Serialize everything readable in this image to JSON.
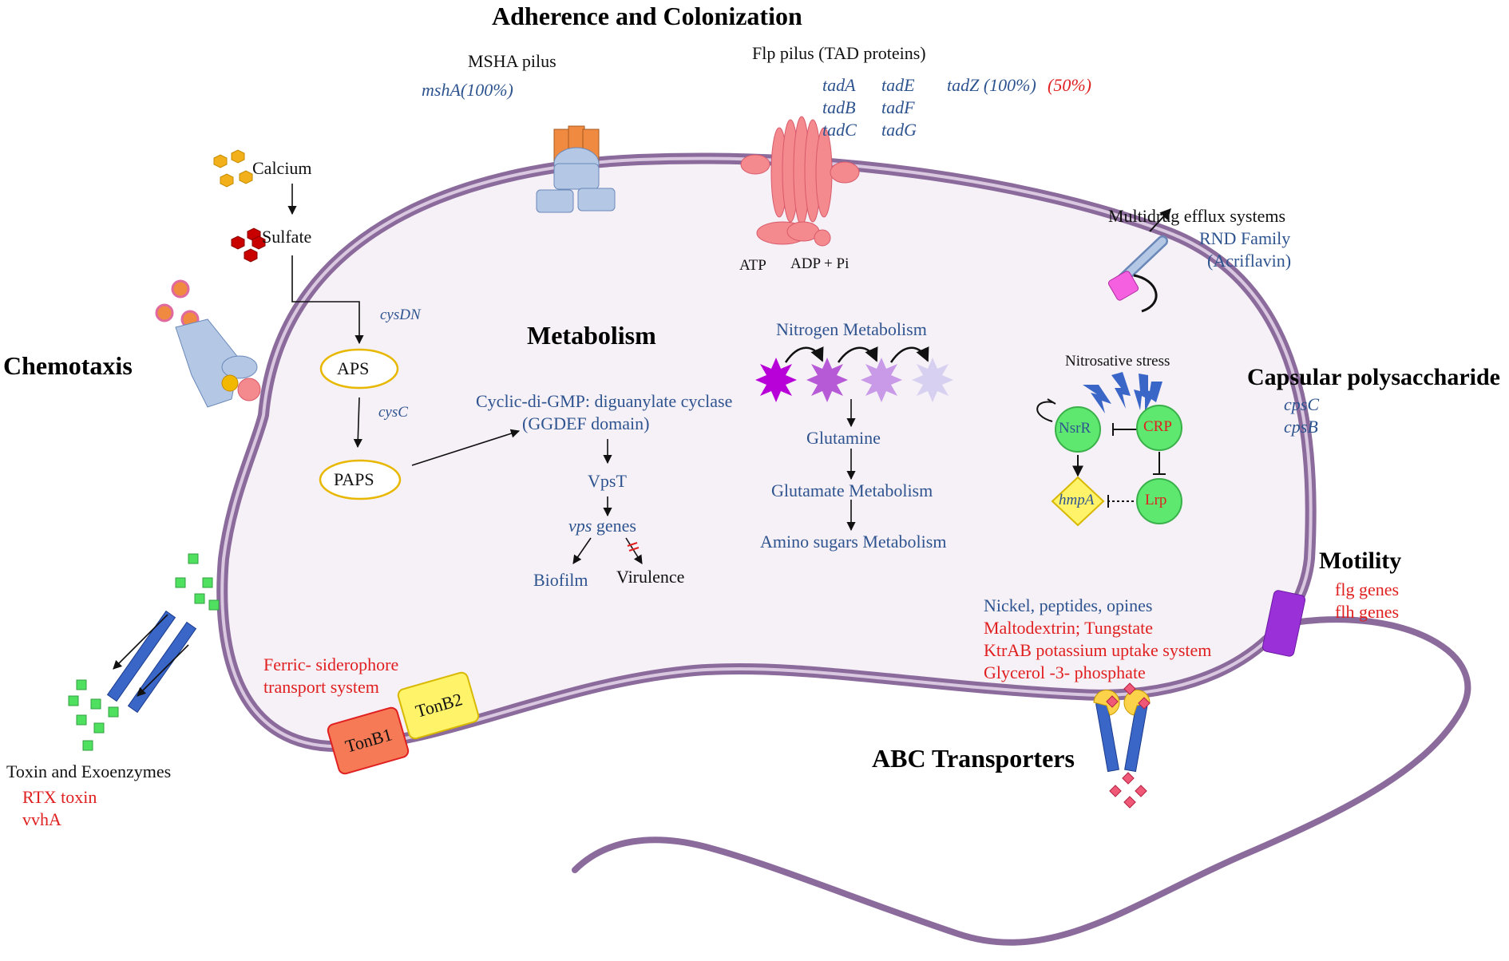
{
  "headings": {
    "adherence": "Adherence and Colonization",
    "metabolism": "Metabolism",
    "chemotaxis": "Chemotaxis",
    "capsular": "Capsular polysaccharide",
    "motility": "Motility",
    "abc": "ABC Transporters"
  },
  "msha": {
    "title": "MSHA pilus",
    "gene": "mshA(100%)"
  },
  "flp": {
    "title": "Flp pilus (TAD proteins)",
    "genes_col1": [
      "tadA",
      "tadB",
      "tadC"
    ],
    "genes_col2": [
      "tadE",
      "tadF",
      "tadG"
    ],
    "tadz": "tadZ (100%)",
    "tadz_red": "(50%)",
    "atp": "ATP",
    "adp": "ADP + Pi"
  },
  "sulfur": {
    "calcium": "Calcium",
    "sulfate": "Sulfate",
    "cysdn": "cysDN",
    "aps": "APS",
    "cysc": "cysC",
    "paps": "PAPS"
  },
  "metabolism": {
    "cdg_line1": "Cyclic-di-GMP: diguanylate cyclase",
    "cdg_line2": "(GGDEF domain)",
    "vpst": "VpsT",
    "vps_italic": "vps",
    "vps_rest": " genes",
    "biofilm": "Biofilm",
    "virulence": "Virulence"
  },
  "nitrogen": {
    "title": "Nitrogen Metabolism",
    "glutamine": "Glutamine",
    "glutamate": "Glutamate Metabolism",
    "amino": "Amino sugars Metabolism"
  },
  "efflux": {
    "title": "Multidrug efflux systems",
    "family": "RND Family",
    "drug": "(Acriflavin)"
  },
  "nitrosative": {
    "title": "Nitrosative stress",
    "nsrr": "NsrR",
    "crp": "CRP",
    "hmpa": "hmpA",
    "lrp": "Lrp"
  },
  "capsular": {
    "genes": [
      "cpsC",
      "cpsB"
    ]
  },
  "motility": {
    "genes": [
      "flg genes",
      "flh genes"
    ]
  },
  "abc": {
    "blue": "Nickel, peptides, opines",
    "red": [
      "Maltodextrin; Tungstate",
      "KtrAB potassium uptake system",
      "Glycerol -3- phosphate"
    ]
  },
  "ferric": {
    "lines": [
      "Ferric- siderophore",
      "transport system"
    ],
    "tonb1": "TonB1",
    "tonb2": "TonB2"
  },
  "toxin": {
    "title": "Toxin and Exoenzymes",
    "genes": [
      "RTX toxin",
      "vvhA"
    ]
  },
  "colors": {
    "membrane": "#8b6a9c",
    "cytoplasm": "#f6f0f7",
    "heading_blue": "#2e5490",
    "gene_red": "#e02020",
    "nsr_green": "#5ee870",
    "aps_outline": "#e8b800"
  }
}
